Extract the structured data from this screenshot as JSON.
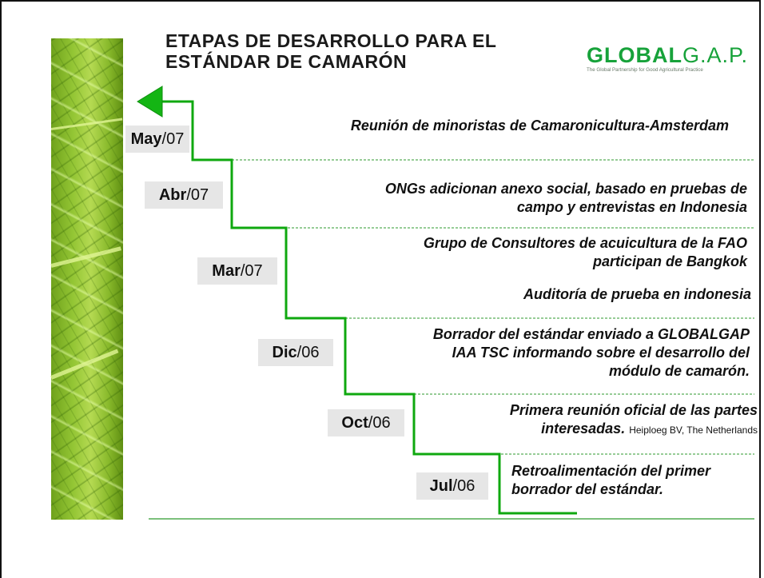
{
  "slide": {
    "title_lines": [
      "ETAPAS DE DESARROLLO PARA EL",
      "ESTÁNDAR DE CAMARÓN"
    ],
    "logo": {
      "bold": "GLOBAL",
      "light": "G.A.P.",
      "tagline": "The Global Partnership for Good Agricultural Practice",
      "color": "#17a23a"
    }
  },
  "timeline": {
    "line_color": "#0fa80f",
    "milestones": [
      {
        "date_bold": "May",
        "date_rest": "/07",
        "events": [
          "Reunión de minoristas de Camaronicultura-Amsterdam"
        ]
      },
      {
        "date_bold": "Abr",
        "date_rest": "/07",
        "events": [
          "ONGs adicionan anexo social, basado en pruebas de",
          "campo y entrevistas en Indonesia"
        ]
      },
      {
        "date_bold": "Mar",
        "date_rest": "/07",
        "events": [
          "Grupo de Consultores de acuicultura de la FAO",
          "participan de Bangkok",
          "Auditoría de prueba en indonesia"
        ]
      },
      {
        "date_bold": "Dic",
        "date_rest": "/06",
        "events": [
          "Borrador del estándar enviado a GLOBALGAP",
          "IAA TSC informando sobre el desarrollo del",
          "módulo de camarón."
        ]
      },
      {
        "date_bold": "Oct",
        "date_rest": "/06",
        "events": [
          "Primera reunión oficial de las partes"
        ],
        "last_bold": "interesadas.",
        "last_note": "Heiploeg BV, The Netherlands"
      },
      {
        "date_bold": "Jul",
        "date_rest": "/06",
        "events": [
          "Retroalimentación del primer",
          "borrador del estándar."
        ]
      }
    ]
  }
}
